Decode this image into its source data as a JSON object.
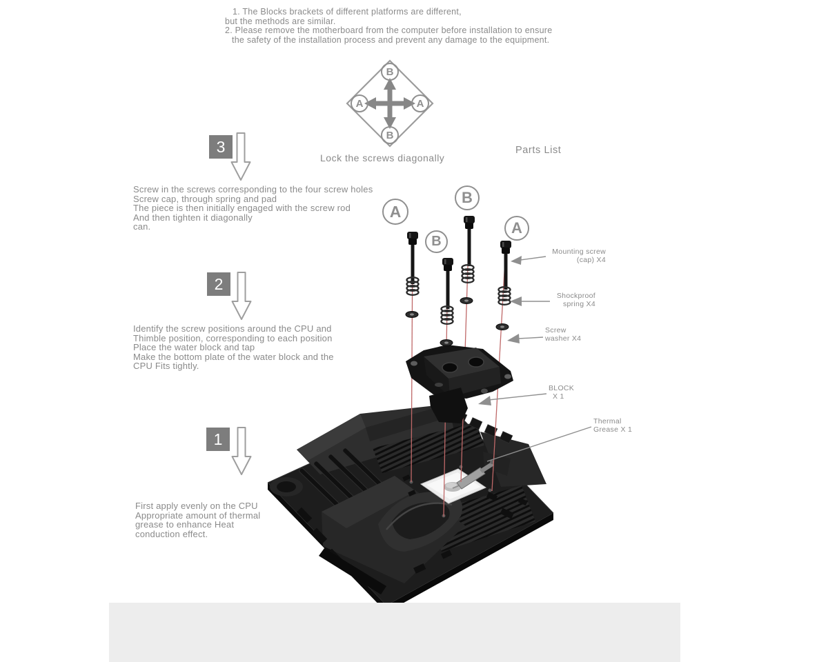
{
  "notes": {
    "lines": [
      "1. The Blocks  brackets of different platforms are different,",
      "but the methods are similar.",
      "2. Please remove the motherboard from the computer before installation to ensure",
      "the safety of the installation process and prevent any damage to the equipment."
    ]
  },
  "diagram": {
    "caption": "Lock the screws diagonally",
    "diamond": {
      "top": "B",
      "left": "A",
      "right": "A",
      "bottom": "B"
    }
  },
  "parts_list": {
    "title": "Parts List",
    "items": [
      {
        "line1": "Mounting screw",
        "line2": "(cap) X4"
      },
      {
        "line1": "Shockproof",
        "line2": "spring X4"
      },
      {
        "line1": "Screw",
        "line2": "washer X4"
      },
      {
        "line1": "BLOCK",
        "line2": "X 1"
      },
      {
        "line1": "Thermal",
        "line2": "Grease X 1"
      }
    ]
  },
  "steps": [
    {
      "number": "3",
      "lines": [
        "Screw in the screws corresponding to the four screw holes",
        "Screw cap, through spring and pad",
        "The piece is then initially engaged with the screw rod",
        "And then tighten it diagonally",
        "can."
      ]
    },
    {
      "number": "2",
      "lines": [
        "Identify the screw positions around the CPU and",
        "Thimble position, corresponding to each position",
        "Place the water block and tap",
        "Make the bottom plate of the water block and the",
        "CPU Fits tightly."
      ]
    },
    {
      "number": "1",
      "lines": [
        "First apply evenly on the CPU",
        "Appropriate amount of thermal",
        "grease to enhance Heat",
        "conduction effect."
      ]
    }
  ],
  "screw_markers": [
    "A",
    "B",
    "B",
    "A"
  ],
  "colors": {
    "text": "#8a8a8a",
    "alignment_line_red": "#bf6868",
    "step_badge_gray": "#7d7d7d",
    "footer_gray": "#ededed"
  }
}
